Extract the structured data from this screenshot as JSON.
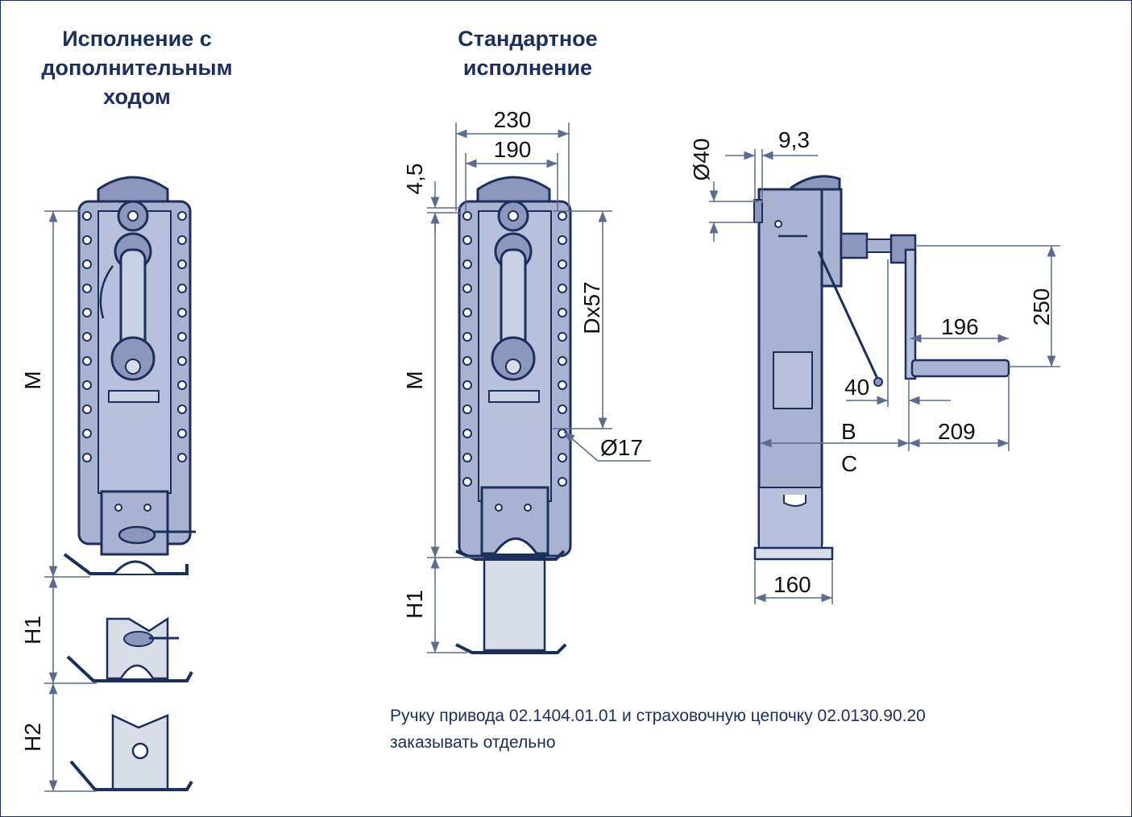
{
  "titles": {
    "extended": "Исполнение с\nдополнительным\nходом",
    "standard": "Стандартное\nисполнение"
  },
  "dimensions": {
    "m_left": "M",
    "h1_left": "H1",
    "h2_left": "H2",
    "w230": "230",
    "w190": "190",
    "d45": "4,5",
    "m_mid": "M",
    "dx57": "Dx57",
    "d17": "Ø17",
    "h1_mid": "H1",
    "d40": "Ø40",
    "d93": "9,3",
    "d250": "250",
    "d196": "196",
    "d40b": "40",
    "dB": "B",
    "d209": "209",
    "dC": "C",
    "d160": "160"
  },
  "note": "Ручку привода 02.1404.01.01 и страховочную цепочку 02.0130.90.20\nзаказывать отдельно",
  "colors": {
    "body": "#a9b2d1",
    "body_dark": "#8d97bd",
    "outline": "#1c2e5c",
    "line": "#5c6b8f",
    "light": "#d9dde8"
  }
}
